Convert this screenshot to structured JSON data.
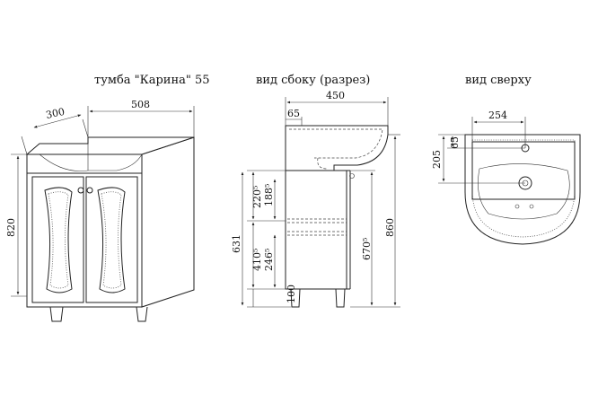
{
  "captions": {
    "front": "тумба \"Карина\" 55",
    "side": "вид сбоку (разрез)",
    "top": "вид сверху"
  },
  "front_view": {
    "depth": "300",
    "width": "508",
    "height": "820"
  },
  "side_view": {
    "depth": "450",
    "offset_top": "65",
    "upper_compartment": "220⁵",
    "door_upper": "188⁵",
    "lower_compartment": "410⁵",
    "door_lower": "246⁵",
    "body_height": "631",
    "leg_height": "100",
    "shelf_height": "670⁵",
    "total_height": "860"
  },
  "top_view": {
    "width": "254",
    "depth": "205",
    "offset": "65"
  }
}
